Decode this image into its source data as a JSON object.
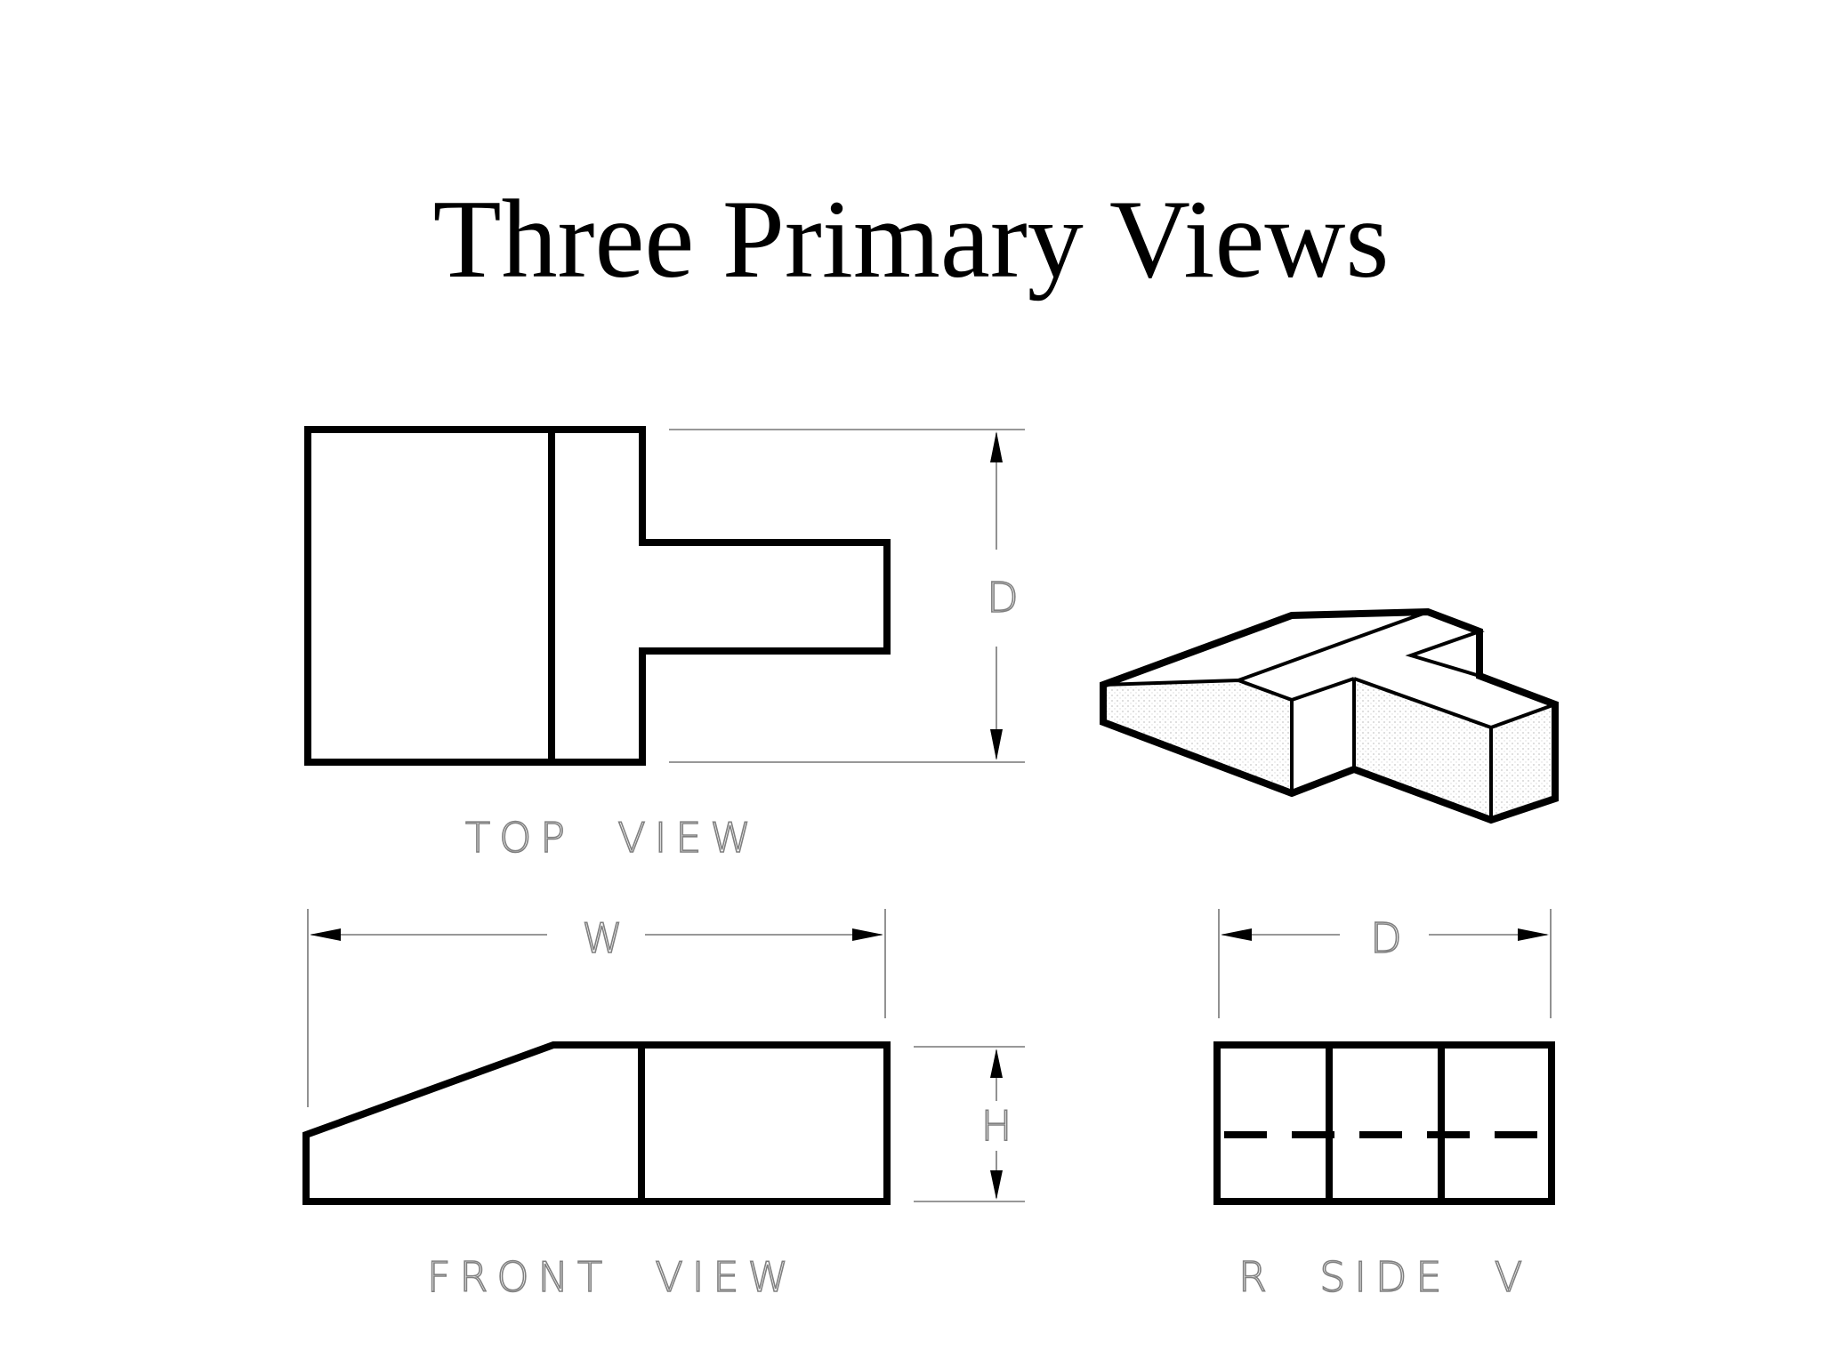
{
  "title": "Three Primary Views",
  "labels": {
    "top_view": "TOP  VIEW",
    "front_view": "FRONT  VIEW",
    "side_view": "R  SIDE  V"
  },
  "dimensions": {
    "depth_top": "D",
    "width": "W",
    "height": "H",
    "depth_side": "D"
  },
  "colors": {
    "line": "#000000",
    "dimension_text": "#808080",
    "background": "#ffffff"
  }
}
